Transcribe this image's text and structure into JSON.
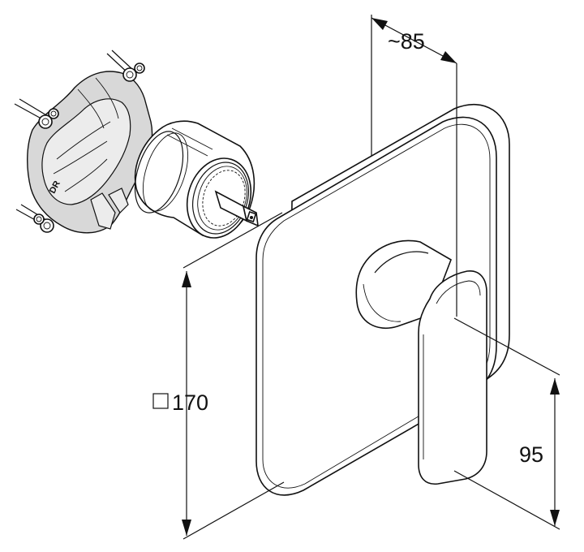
{
  "dimensions": {
    "depth": "~85",
    "plate_size": "170",
    "plate_size_symbol": "square-symbol-icon",
    "handle_height": "95"
  },
  "housing": {
    "stamp": "DR"
  },
  "colors": {
    "line": "#111111",
    "body_fill": "#d8d8d8",
    "background": "#ffffff"
  }
}
